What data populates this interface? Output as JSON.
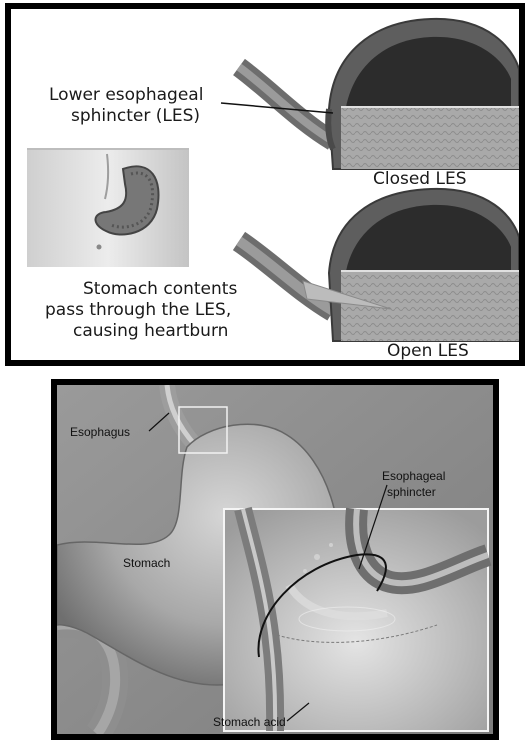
{
  "top_panel": {
    "les_label_line1": "Lower esophageal",
    "les_label_line2": "sphincter (LES)",
    "closed_label": "Closed LES",
    "open_label": "Open LES",
    "contents_line1": "Stomach contents",
    "contents_line2": "pass through the LES,",
    "contents_line3": "causing heartburn"
  },
  "bottom_panel": {
    "esophagus_label": "Esophagus",
    "stomach_label": "Stomach",
    "sphincter_label_line1": "Esophageal",
    "sphincter_label_line2": "sphincter",
    "acid_label": "Stomach acid"
  }
}
